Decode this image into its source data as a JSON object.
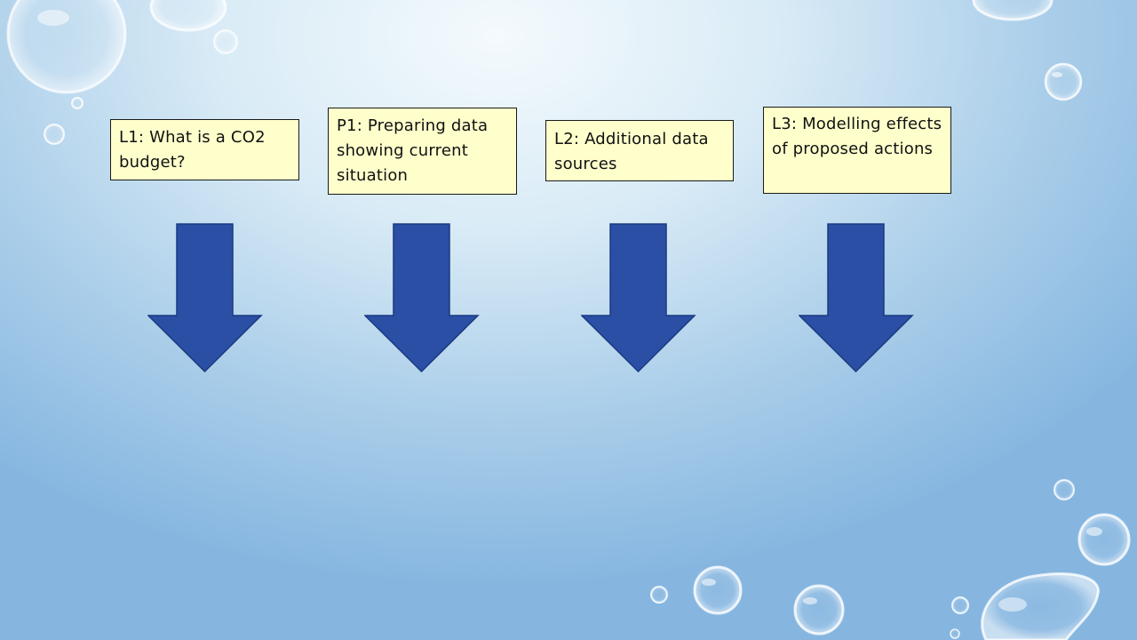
{
  "diagram": {
    "boxes": [
      {
        "id": "L1",
        "text": "L1: What is a CO2 budget?"
      },
      {
        "id": "P1",
        "text": "P1: Preparing data showing current situation"
      },
      {
        "id": "L2",
        "text": "L2: Additional data sources"
      },
      {
        "id": "L3",
        "text": "L3: Modelling effects of proposed actions"
      }
    ],
    "arrow_direction": "down"
  },
  "colors": {
    "box_fill": "#ffffcc",
    "box_border": "#1a1a1a",
    "arrow_fill": "#2a4fa5",
    "arrow_stroke": "#1b3a80",
    "background_light": "#f4fafd",
    "background_dark": "#86b6e0"
  },
  "icons": {
    "arrow": "down-arrow-icon",
    "decoration": "water-drop-icon"
  }
}
